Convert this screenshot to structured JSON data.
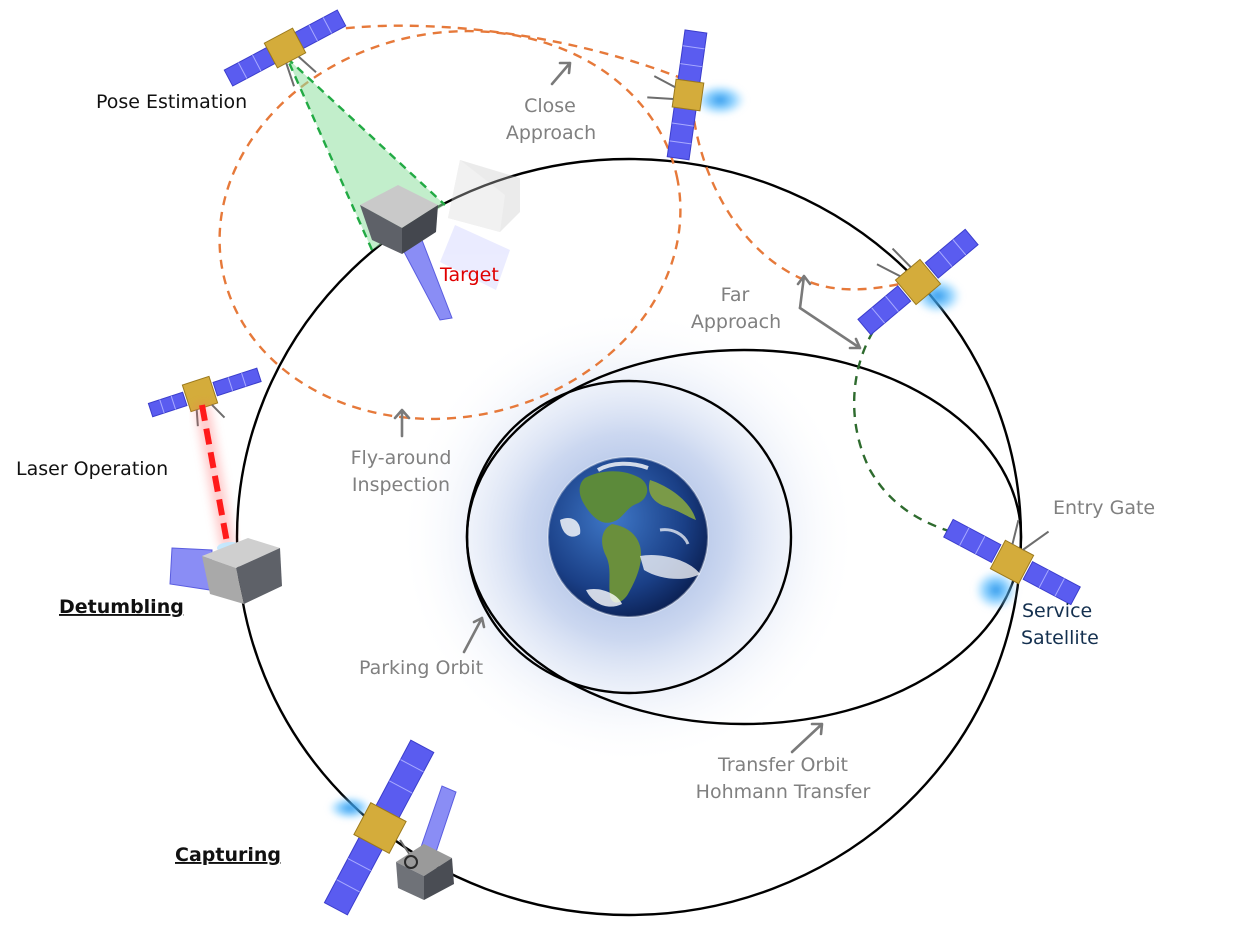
{
  "labels": {
    "pose_estimation": "Pose Estimation",
    "close_approach_line1": "Close",
    "close_approach_line2": "Approach",
    "target": "Target",
    "far_approach_line1": "Far",
    "far_approach_line2": "Approach",
    "laser_operation": "Laser Operation",
    "fly_around_line1": "Fly-around",
    "fly_around_line2": "Inspection",
    "entry_gate": "Entry Gate",
    "service_satellite_line1": "Service",
    "service_satellite_line2": "Satellite",
    "detumbling": "Detumbling",
    "parking_orbit": "Parking Orbit",
    "transfer_orbit_line1": "Transfer Orbit",
    "transfer_orbit_line2": "Hohmann Transfer",
    "capturing": "Capturing"
  },
  "colors": {
    "orbit": "#000000",
    "approach_trajectory": "#e6793a",
    "entry_trajectory": "#2e6b2e",
    "pose_sensor_cone": "#22aa44",
    "laser_beam": "#ff2020",
    "thruster_glow": "#4fb8ff",
    "solar_panel": "#5a5cf0",
    "satellite_bus": "#d4ac3b",
    "target_body": "#5c5f66",
    "target_label": "#e00000",
    "service_label": "#14304f",
    "annotation_gray": "#808080"
  },
  "icons": [
    "earth-icon",
    "satellite-icon",
    "target-cube-icon",
    "arrow-icon"
  ]
}
